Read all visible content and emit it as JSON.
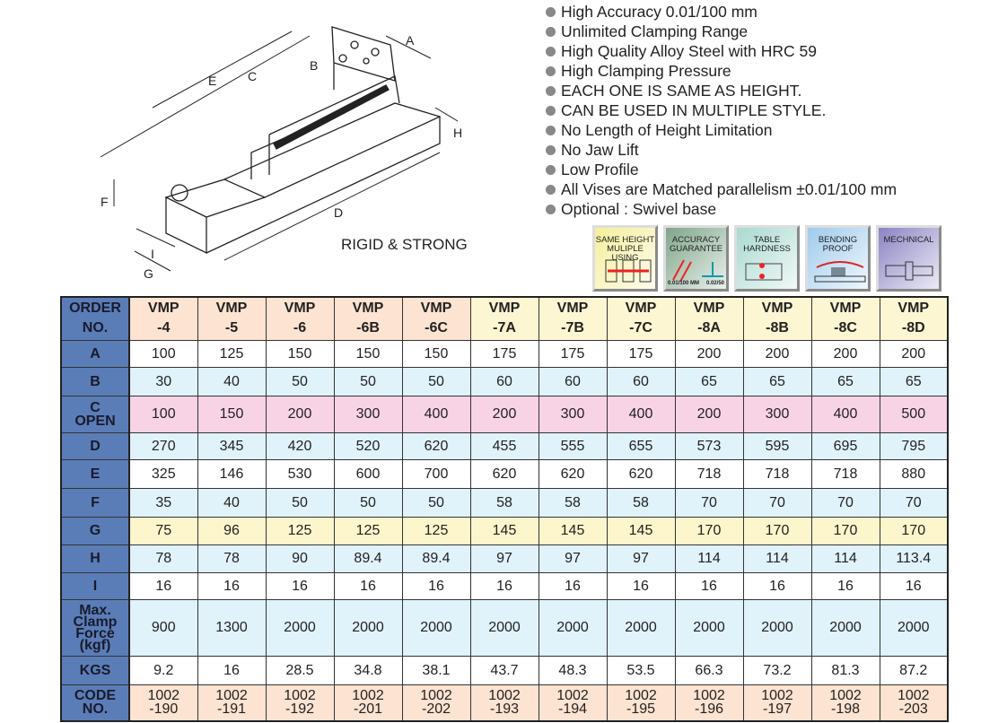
{
  "diagram": {
    "labels": [
      "A",
      "B",
      "C",
      "D",
      "E",
      "F",
      "G",
      "H",
      "I"
    ],
    "tagline": "RIGID & STRONG"
  },
  "features": [
    "High Accuracy 0.01/100 mm",
    "Unlimited Clamping Range",
    "High Quality Alloy Steel with HRC 59",
    "High Clamping Pressure",
    "EACH ONE IS SAME AS HEIGHT.",
    "CAN BE USED IN MULTIPLE STYLE.",
    "No Length of Height Limitation",
    "No Jaw Lift",
    "Low Profile",
    "All Vises are Matched parallelism ±0.01/100 mm",
    "Optional : Swivel base"
  ],
  "badges": [
    {
      "title": "SAME HEIGHT MULIPLE USING",
      "color": "#f5ef9a"
    },
    {
      "title": "ACCURACY GUARANTEE",
      "sub1": "0.01/100 MM",
      "sub2": "0.02/50",
      "color": "#7fa58a"
    },
    {
      "title": "TABLE HARDNESS",
      "color": "#a9d9d0"
    },
    {
      "title": "BENDING PROOF",
      "color": "#9fcbec"
    },
    {
      "title": "MECHNICAL",
      "color": "#8b84c4"
    }
  ],
  "table": {
    "header_label": [
      "ORDER",
      "NO."
    ],
    "models": [
      [
        "VMP",
        "-4"
      ],
      [
        "VMP",
        "-5"
      ],
      [
        "VMP",
        "-6"
      ],
      [
        "VMP",
        "-6B"
      ],
      [
        "VMP",
        "-6C"
      ],
      [
        "VMP",
        "-7A"
      ],
      [
        "VMP",
        "-7B"
      ],
      [
        "VMP",
        "-7C"
      ],
      [
        "VMP",
        "-8A"
      ],
      [
        "VMP",
        "-8B"
      ],
      [
        "VMP",
        "-8C"
      ],
      [
        "VMP",
        "-8D"
      ]
    ],
    "rows": [
      {
        "label": [
          "A"
        ],
        "style": "white",
        "values": [
          "100",
          "125",
          "150",
          "150",
          "150",
          "175",
          "175",
          "175",
          "200",
          "200",
          "200",
          "200"
        ]
      },
      {
        "label": [
          "B"
        ],
        "style": "blue",
        "values": [
          "30",
          "40",
          "50",
          "50",
          "50",
          "60",
          "60",
          "60",
          "65",
          "65",
          "65",
          "65"
        ]
      },
      {
        "label": [
          "C",
          "OPEN"
        ],
        "style": "pink",
        "values": [
          "100",
          "150",
          "200",
          "300",
          "400",
          "200",
          "300",
          "400",
          "200",
          "300",
          "400",
          "500"
        ]
      },
      {
        "label": [
          "D"
        ],
        "style": "blue",
        "values": [
          "270",
          "345",
          "420",
          "520",
          "620",
          "455",
          "555",
          "655",
          "573",
          "595",
          "695",
          "795"
        ]
      },
      {
        "label": [
          "E"
        ],
        "style": "white",
        "values": [
          "325",
          "146",
          "530",
          "600",
          "700",
          "620",
          "620",
          "620",
          "718",
          "718",
          "718",
          "880"
        ]
      },
      {
        "label": [
          "F"
        ],
        "style": "blue",
        "values": [
          "35",
          "40",
          "50",
          "50",
          "50",
          "58",
          "58",
          "58",
          "70",
          "70",
          "70",
          "70"
        ]
      },
      {
        "label": [
          "G"
        ],
        "style": "gold",
        "values": [
          "75",
          "96",
          "125",
          "125",
          "125",
          "145",
          "145",
          "145",
          "170",
          "170",
          "170",
          "170"
        ]
      },
      {
        "label": [
          "H"
        ],
        "style": "blue",
        "values": [
          "78",
          "78",
          "90",
          "89.4",
          "89.4",
          "97",
          "97",
          "97",
          "114",
          "114",
          "114",
          "113.4"
        ]
      },
      {
        "label": [
          "I"
        ],
        "style": "white",
        "values": [
          "16",
          "16",
          "16",
          "16",
          "16",
          "16",
          "16",
          "16",
          "16",
          "16",
          "16",
          "16"
        ]
      },
      {
        "label": [
          "Max.",
          "Clamp",
          "Force",
          "(kgf)"
        ],
        "style": "blue",
        "values": [
          "900",
          "1300",
          "2000",
          "2000",
          "2000",
          "2000",
          "2000",
          "2000",
          "2000",
          "2000",
          "2000",
          "2000"
        ]
      },
      {
        "label": [
          "KGS"
        ],
        "style": "white",
        "values": [
          "9.2",
          "16",
          "28.5",
          "34.8",
          "38.1",
          "43.7",
          "48.3",
          "53.5",
          "66.3",
          "73.2",
          "81.3",
          "87.2"
        ]
      },
      {
        "label": [
          "CODE",
          "NO."
        ],
        "style": "peach",
        "values": [
          [
            "1002",
            "-190"
          ],
          [
            "1002",
            "-191"
          ],
          [
            "1002",
            "-192"
          ],
          [
            "1002",
            "-201"
          ],
          [
            "1002",
            "-202"
          ],
          [
            "1002",
            "-193"
          ],
          [
            "1002",
            "-194"
          ],
          [
            "1002",
            "-195"
          ],
          [
            "1002",
            "-196"
          ],
          [
            "1002",
            "-197"
          ],
          [
            "1002",
            "-198"
          ],
          [
            "1002",
            "-203"
          ]
        ]
      }
    ]
  }
}
